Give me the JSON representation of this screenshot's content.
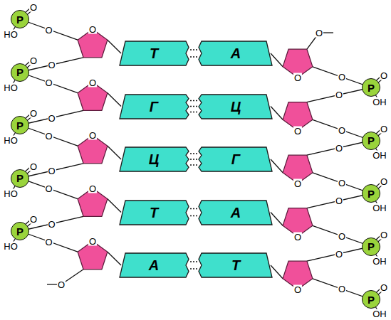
{
  "diagram": {
    "nodes": [
      {
        "text": [
          "P"
        ]
      },
      {
        "text": [
          "Т"
        ]
      },
      {
        "text": [
          "А"
        ]
      },
      {
        "text": [
          "P"
        ]
      },
      {
        "text": [
          "P"
        ]
      },
      {
        "text": [
          "Г"
        ]
      },
      {
        "text": [
          "Ц"
        ]
      },
      {
        "text": [
          "P"
        ]
      },
      {
        "text": [
          "P"
        ]
      },
      {
        "text": [
          "Ц"
        ]
      },
      {
        "text": [
          "Г"
        ]
      },
      {
        "text": [
          "P"
        ]
      },
      {
        "text": [
          "P"
        ]
      },
      {
        "text": [
          "Т"
        ]
      },
      {
        "text": [
          "А"
        ]
      },
      {
        "text": [
          "P"
        ]
      },
      {
        "text": [
          "P"
        ]
      },
      {
        "text": [
          "А"
        ]
      },
      {
        "text": [
          "Т"
        ]
      },
      {
        "text": [
          "P"
        ]
      }
    ],
    "edges": [
      {
        "from": 1,
        "to": 2,
        "arrow": "none"
      },
      {
        "from": 5,
        "to": 6,
        "arrow": "none"
      },
      {
        "from": 9,
        "to": 10,
        "arrow": "none"
      },
      {
        "from": 13,
        "to": 14,
        "arrow": "none"
      },
      {
        "from": 17,
        "to": 18,
        "arrow": "none"
      }
    ],
    "labels": [
      "O",
      "HO",
      "O",
      "O",
      "O",
      "O",
      "O",
      "O",
      "OH",
      "O",
      "O",
      "HO",
      "O",
      "O",
      "O",
      "O",
      "O",
      "O",
      "OH",
      "O",
      "O",
      "HO",
      "O",
      "O",
      "O",
      "O",
      "O",
      "O",
      "OH",
      "O",
      "O",
      "HO",
      "O",
      "O",
      "O",
      "O",
      "O",
      "O",
      "OH",
      "O",
      "O",
      "HO",
      "O",
      "O",
      "O",
      "O",
      "O",
      "OH",
      "O",
      "O"
    ]
  }
}
